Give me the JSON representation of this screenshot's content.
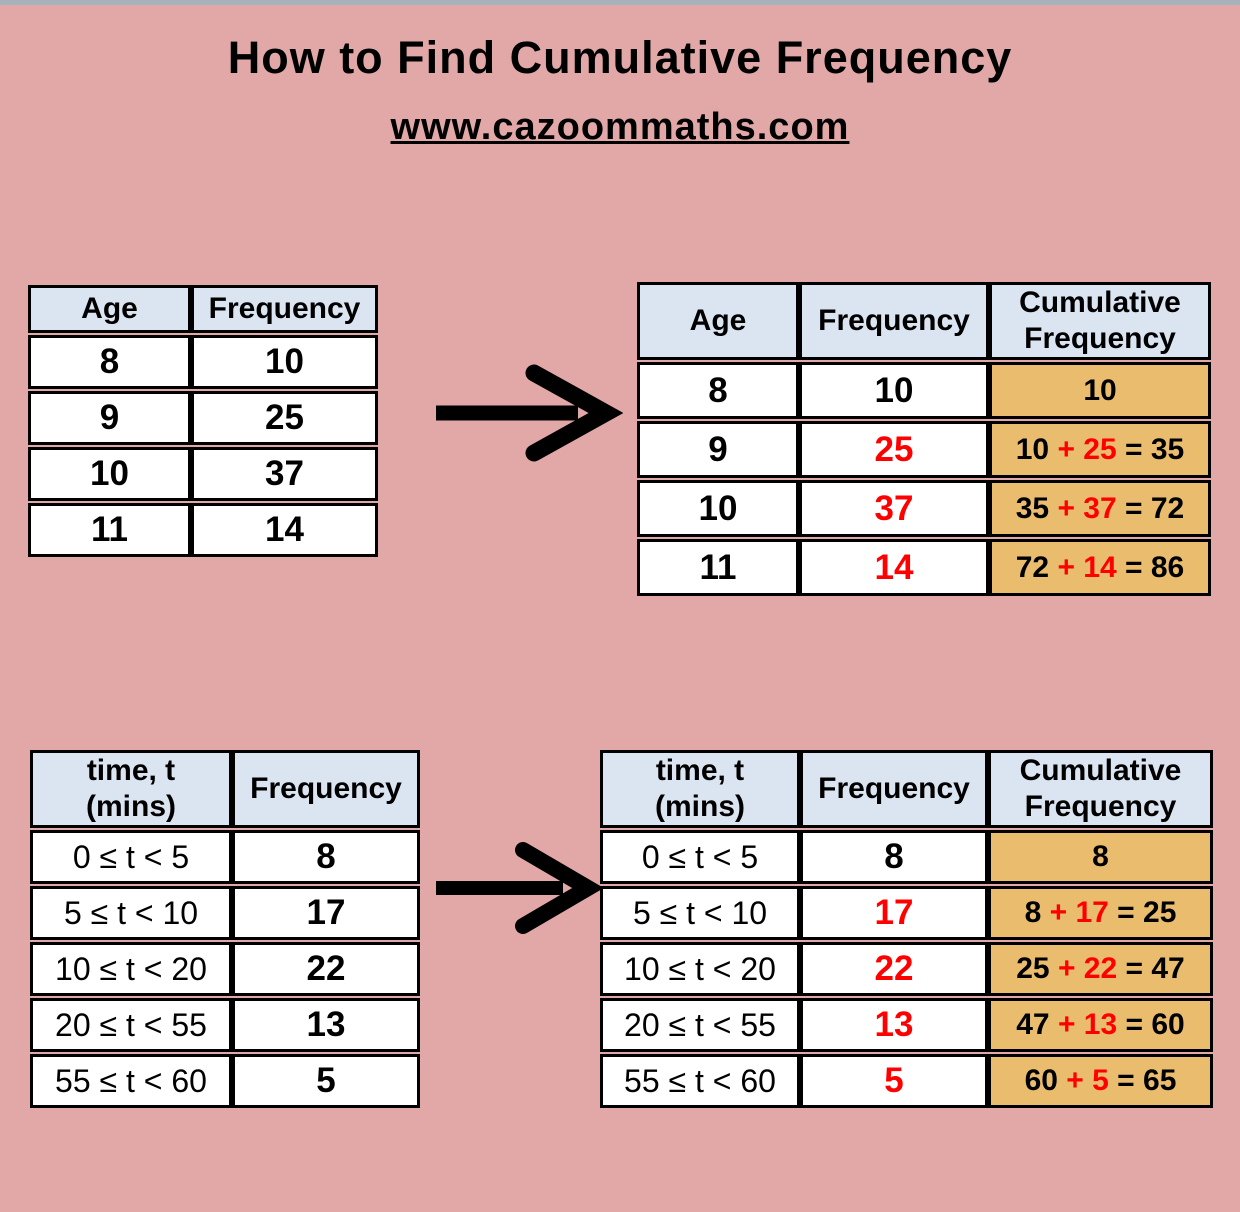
{
  "page": {
    "title": "How to Find Cumulative Frequency",
    "subtitle": "www.cazoommaths.com"
  },
  "colors": {
    "background_pink": "#e2a8a8",
    "header_blue": "#dbe4f1",
    "highlight_orange": "#e9bc6e",
    "accent_red": "#ff0000",
    "border_black": "#000000",
    "top_edge_gray": "#a8b2ba"
  },
  "icons": {
    "arrow_top": "arrow-right-icon",
    "arrow_bottom": "arrow-right-icon"
  },
  "tables": {
    "top_left": {
      "headers": [
        "Age",
        "Frequency"
      ],
      "rows": [
        [
          "8",
          "10"
        ],
        [
          "9",
          "25"
        ],
        [
          "10",
          "37"
        ],
        [
          "11",
          "14"
        ]
      ]
    },
    "top_right": {
      "headers": [
        "Age",
        "Frequency",
        "Cumulative\nFrequency"
      ],
      "rows": [
        {
          "label": "8",
          "freq": "10",
          "cum_prev": "10",
          "cum_add": "",
          "cum_rest": ""
        },
        {
          "label": "9",
          "freq": "25",
          "cum_prev": "10 ",
          "cum_add": "+ 25 ",
          "cum_rest": "= 35"
        },
        {
          "label": "10",
          "freq": "37",
          "cum_prev": "35 ",
          "cum_add": "+ 37 ",
          "cum_rest": "= 72"
        },
        {
          "label": "11",
          "freq": "14",
          "cum_prev": "72 ",
          "cum_add": "+ 14 ",
          "cum_rest": "= 86"
        }
      ]
    },
    "bottom_left": {
      "headers": [
        "time, t\n(mins)",
        "Frequency"
      ],
      "rows": [
        [
          "0 ≤ t < 5",
          "8"
        ],
        [
          "5 ≤ t < 10",
          "17"
        ],
        [
          "10 ≤ t < 20",
          "22"
        ],
        [
          "20 ≤ t < 55",
          "13"
        ],
        [
          "55 ≤ t < 60",
          "5"
        ]
      ]
    },
    "bottom_right": {
      "headers": [
        "time, t\n(mins)",
        "Frequency",
        "Cumulative\nFrequency"
      ],
      "rows": [
        {
          "label": "0 ≤ t < 5",
          "freq": "8",
          "cum_prev": "8",
          "cum_add": "",
          "cum_rest": ""
        },
        {
          "label": "5 ≤ t < 10",
          "freq": "17",
          "cum_prev": "8 ",
          "cum_add": "+ 17 ",
          "cum_rest": "= 25"
        },
        {
          "label": "10 ≤ t < 20",
          "freq": "22",
          "cum_prev": "25 ",
          "cum_add": "+ 22 ",
          "cum_rest": "= 47"
        },
        {
          "label": "20 ≤ t < 55",
          "freq": "13",
          "cum_prev": "47 ",
          "cum_add": "+ 13 ",
          "cum_rest": "= 60"
        },
        {
          "label": "55 ≤ t < 60",
          "freq": "5",
          "cum_prev": "60 ",
          "cum_add": "+ 5 ",
          "cum_rest": "= 65"
        }
      ]
    }
  }
}
